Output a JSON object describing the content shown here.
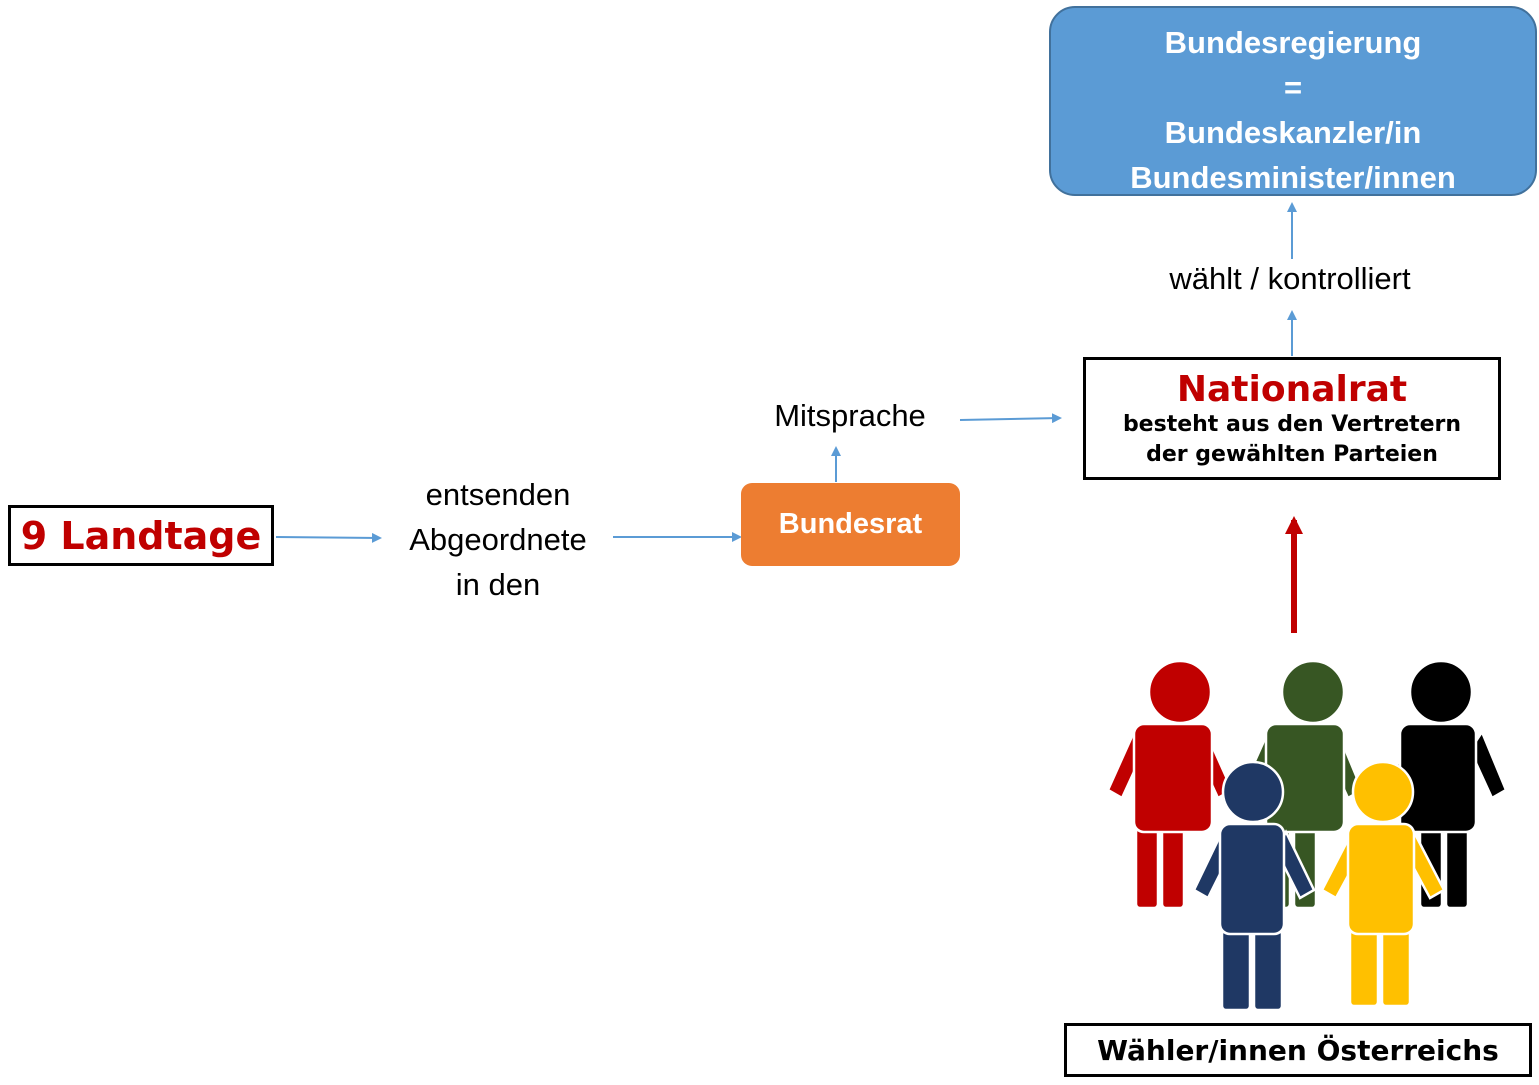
{
  "landtage": {
    "label": "9 Landtage"
  },
  "entsenden": {
    "lines": [
      "entsenden",
      "Abgeordnete",
      "in den"
    ]
  },
  "bundesrat": {
    "label": "Bundesrat"
  },
  "mitsprache": {
    "label": "Mitsprache"
  },
  "nationalrat": {
    "title": "Nationalrat",
    "lines": [
      "besteht aus den Vertretern",
      "der gewählten Parteien"
    ]
  },
  "waehlt": {
    "label": "wählt / kontrolliert"
  },
  "bundesregierung": {
    "lines": [
      "Bundesregierung",
      "=",
      "Bundeskanzler/in",
      "Bundesminister/innen"
    ]
  },
  "waehler": {
    "label": "Wähler/innen Österreichs"
  },
  "colors": {
    "red": "#c00000",
    "blue_arrow": "#5b9bd5",
    "orange": "#ed7d31",
    "regierung_fill": "#5b9bd5",
    "figure_red": "#c00000",
    "figure_green": "#375623",
    "figure_black": "#000000",
    "figure_navy": "#1f3864",
    "figure_yellow": "#ffc000"
  }
}
